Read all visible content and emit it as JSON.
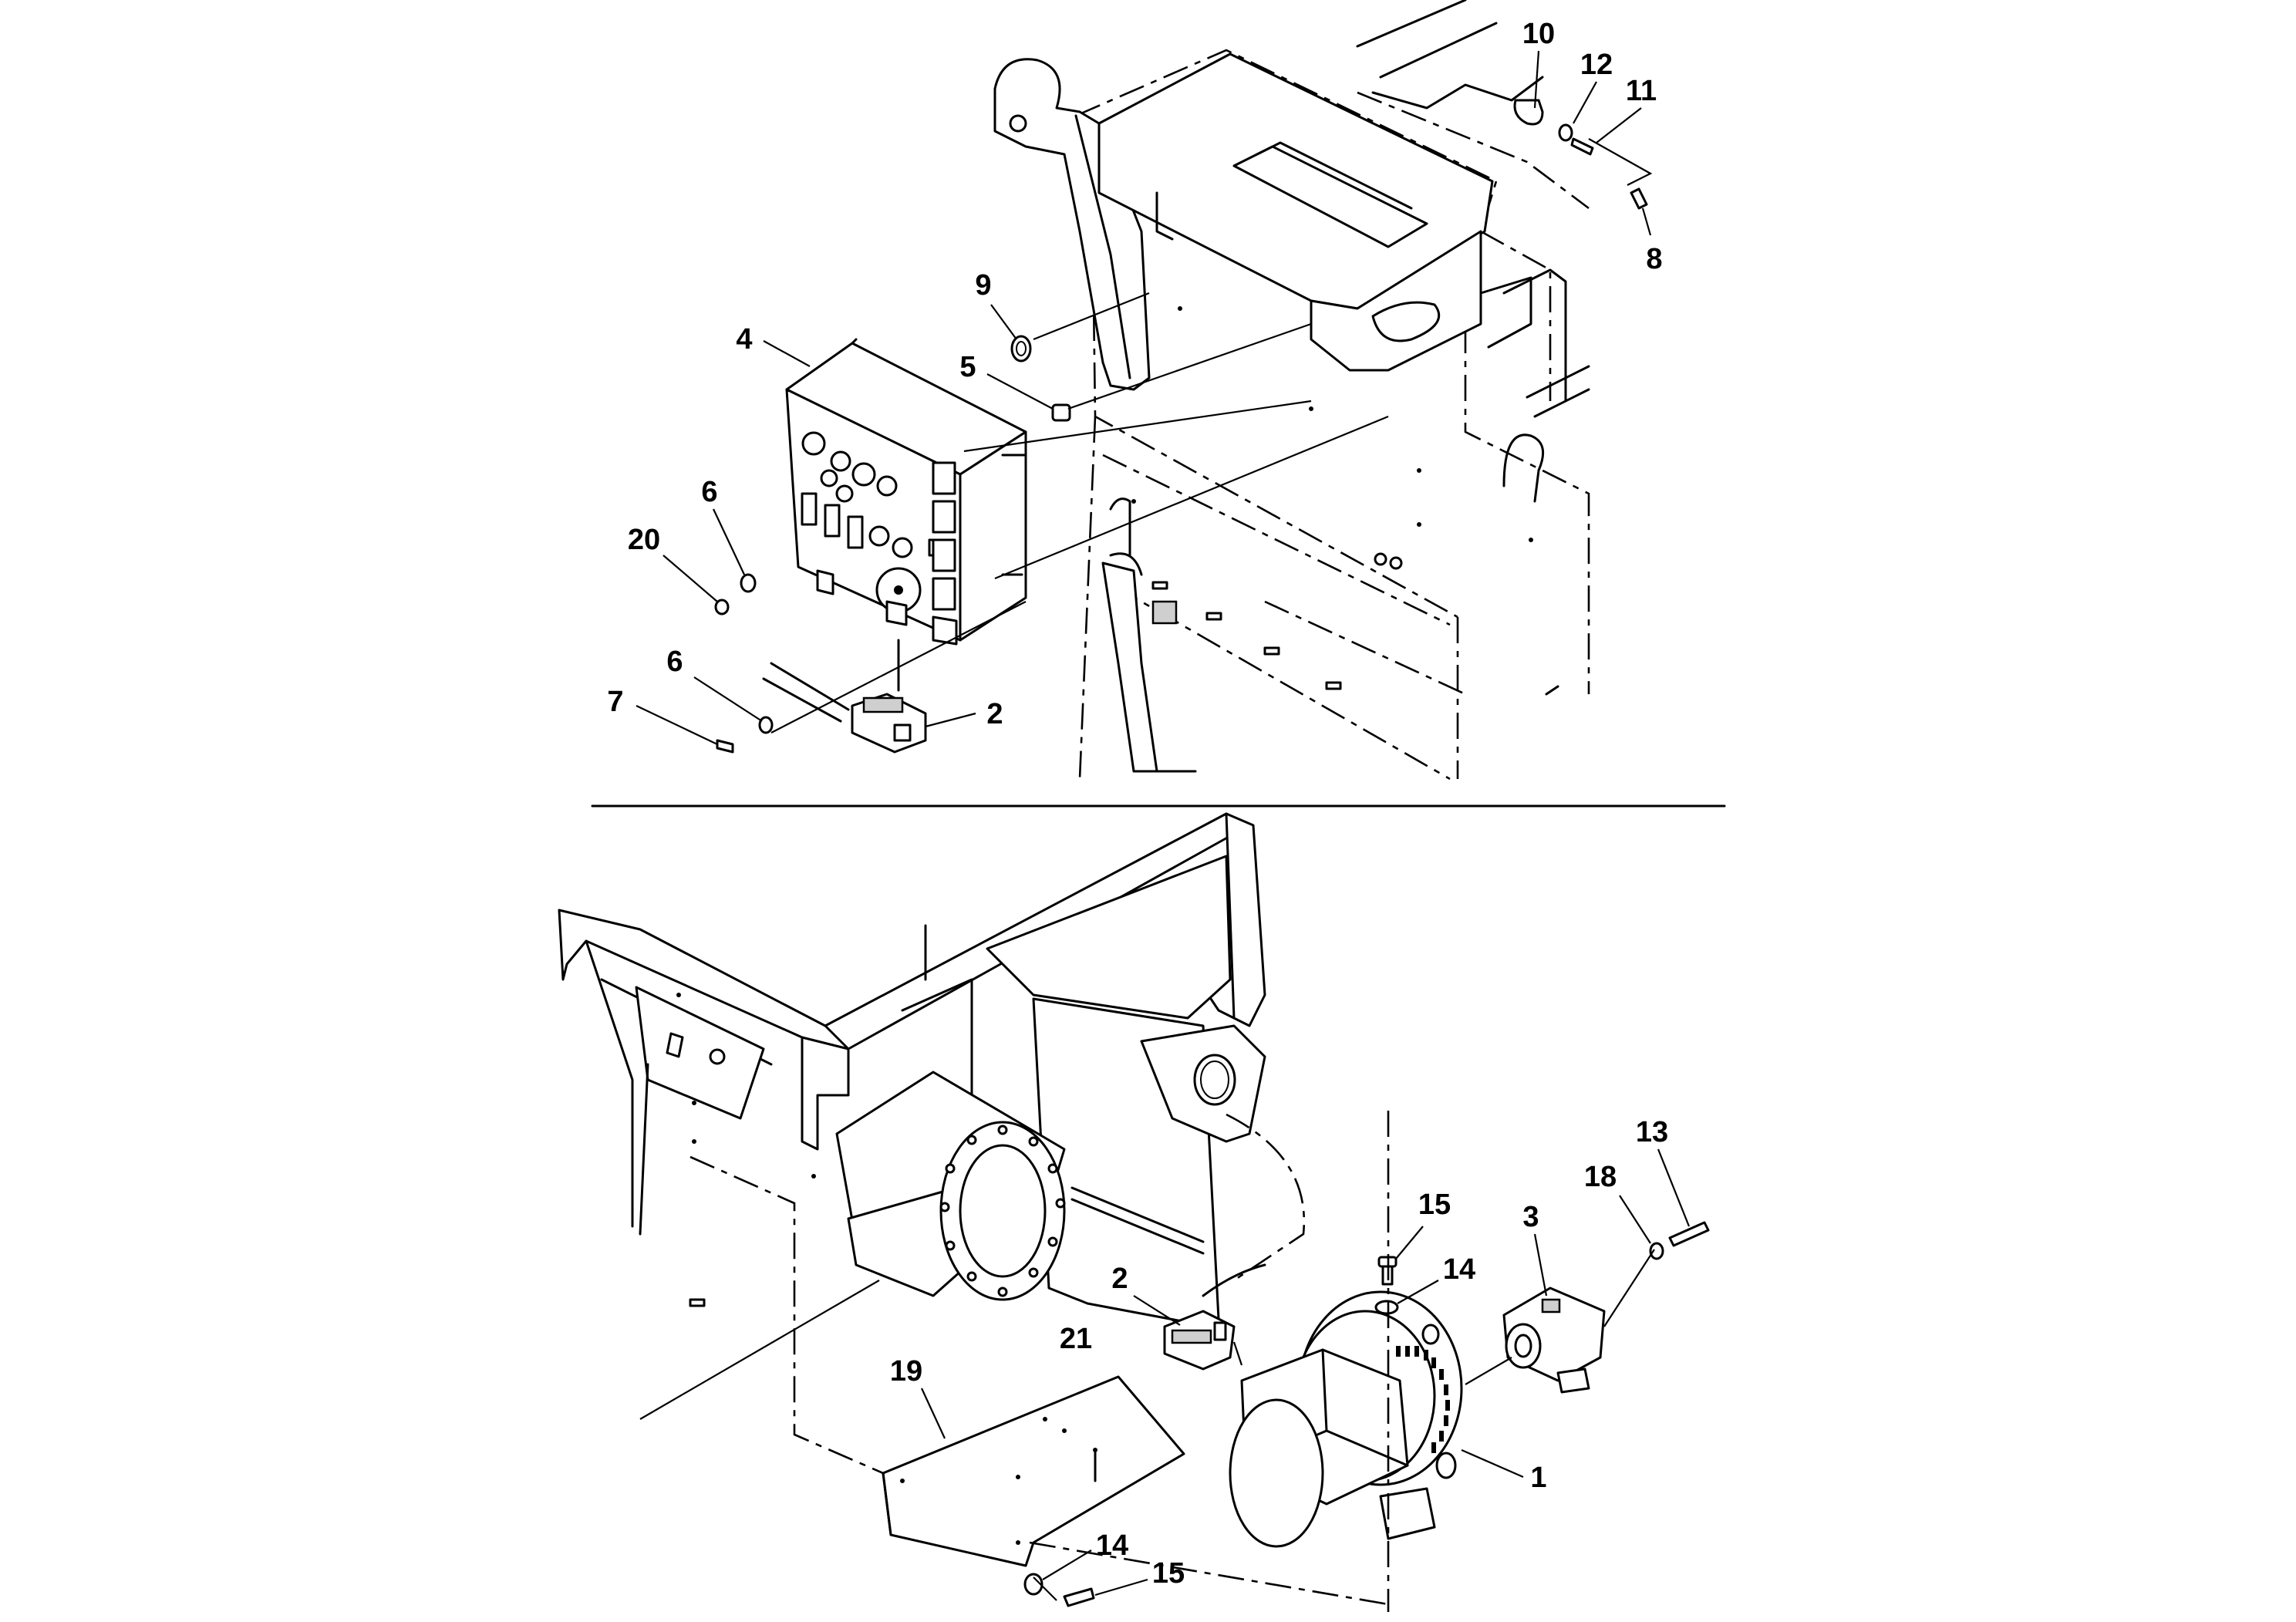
{
  "callouts": [
    {
      "id": "c-10",
      "label": "10"
    },
    {
      "id": "c-12",
      "label": "12"
    },
    {
      "id": "c-11",
      "label": "11"
    },
    {
      "id": "c-8",
      "label": "8"
    },
    {
      "id": "c-9",
      "label": "9"
    },
    {
      "id": "c-4",
      "label": "4"
    },
    {
      "id": "c-5",
      "label": "5"
    },
    {
      "id": "c-6a",
      "label": "6"
    },
    {
      "id": "c-20",
      "label": "20"
    },
    {
      "id": "c-6b",
      "label": "6"
    },
    {
      "id": "c-7",
      "label": "7"
    },
    {
      "id": "c-2a",
      "label": "2"
    },
    {
      "id": "c-13",
      "label": "13"
    },
    {
      "id": "c-18",
      "label": "18"
    },
    {
      "id": "c-15a",
      "label": "15"
    },
    {
      "id": "c-3",
      "label": "3"
    },
    {
      "id": "c-14a",
      "label": "14"
    },
    {
      "id": "c-2b",
      "label": "2"
    },
    {
      "id": "c-21",
      "label": "21"
    },
    {
      "id": "c-19",
      "label": "19"
    },
    {
      "id": "c-1",
      "label": "1"
    },
    {
      "id": "c-14b",
      "label": "14"
    },
    {
      "id": "c-15b",
      "label": "15"
    }
  ]
}
